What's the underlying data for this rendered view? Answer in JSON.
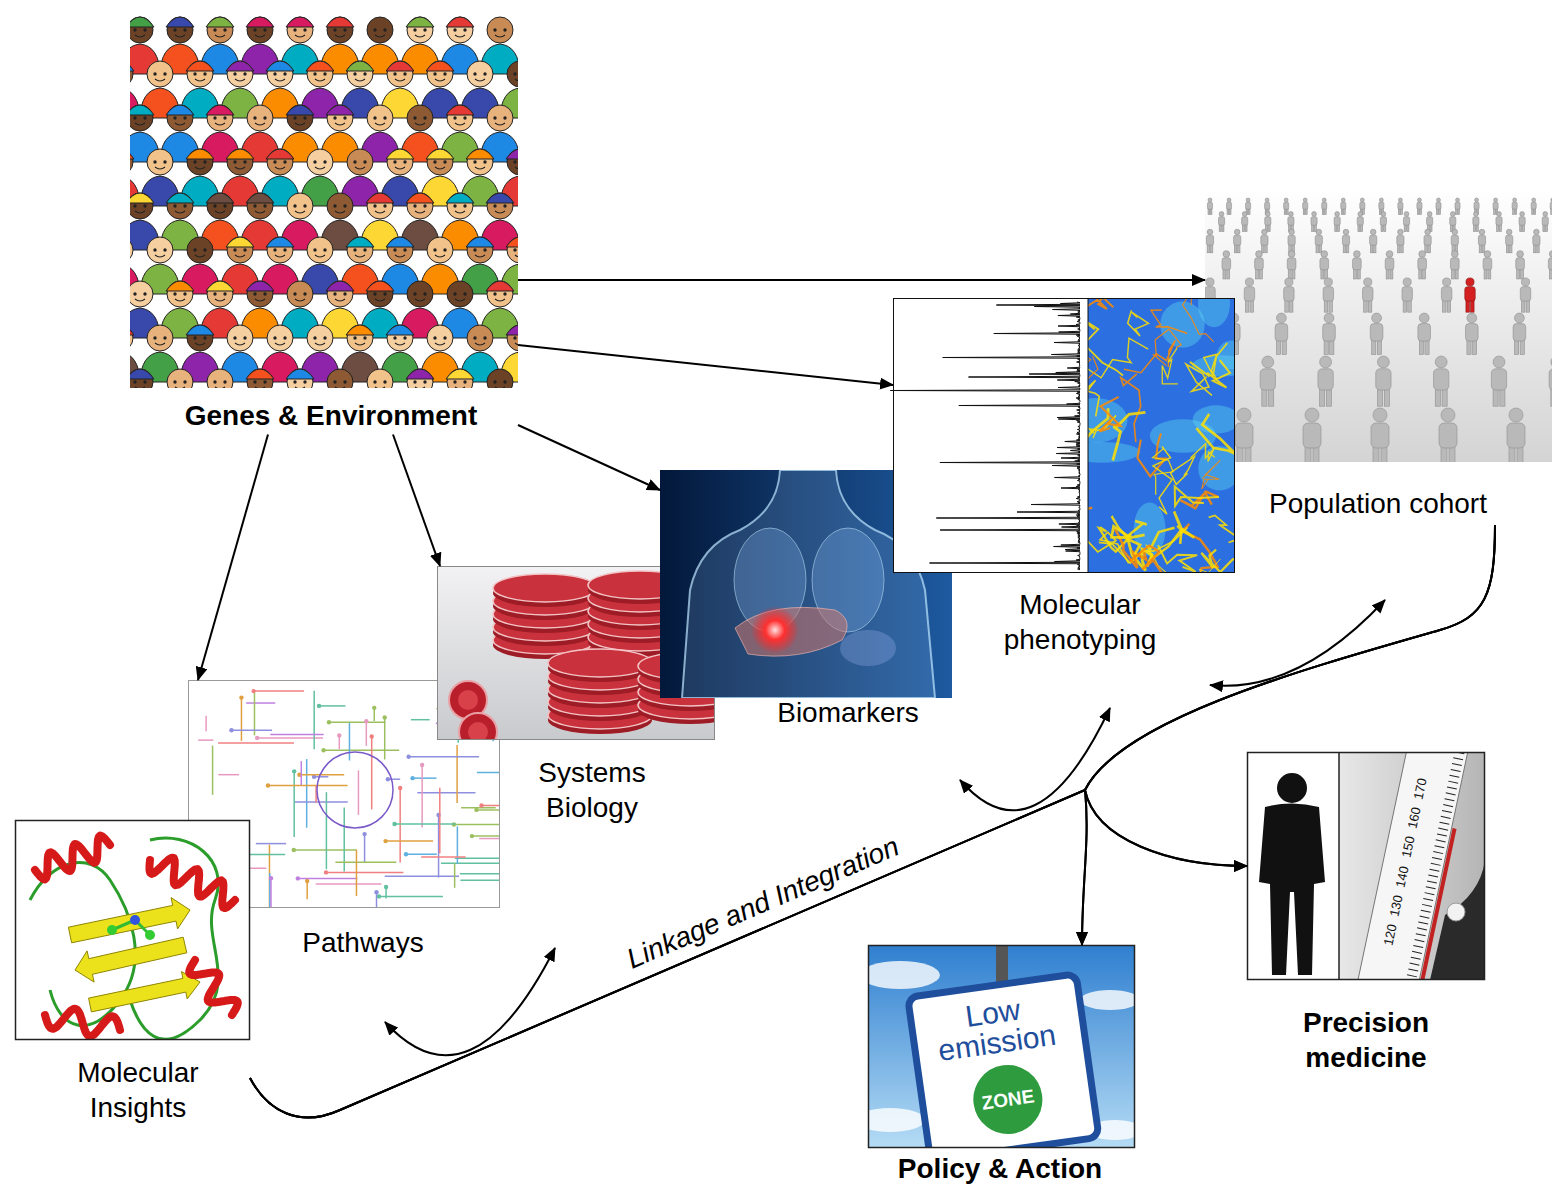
{
  "diagram": {
    "nodes": [
      {
        "text": [
          "Genes & Environment"
        ]
      },
      {
        "text": [
          "Population cohort"
        ]
      },
      {
        "text": [
          "Molecular phenotyping"
        ]
      },
      {
        "text": [
          "Biomarkers"
        ]
      },
      {
        "text": [
          "Systems Biology"
        ]
      },
      {
        "text": [
          "Pathways"
        ]
      },
      {
        "text": [
          "Molecular Insights"
        ]
      },
      {
        "text": [
          "Precision medicine"
        ]
      },
      {
        "text": [
          "Policy & Action"
        ]
      }
    ],
    "edges": [
      {
        "from": 0,
        "to": 1,
        "arrow": "to"
      },
      {
        "from": 0,
        "to": 2,
        "arrow": "to"
      },
      {
        "from": 0,
        "to": 3,
        "arrow": "to"
      },
      {
        "from": 0,
        "to": 4,
        "arrow": "to"
      },
      {
        "from": 0,
        "to": 5,
        "arrow": "to"
      },
      {
        "from": 6,
        "to": 1,
        "arrow": "none",
        "label": "Linkage and Integration"
      },
      {
        "from": 6,
        "to": 8,
        "arrow": "to"
      },
      {
        "from": 6,
        "to": 7,
        "arrow": "to"
      },
      {
        "from": 1,
        "to": 8,
        "arrow": "to"
      },
      {
        "from": 1,
        "to": 7,
        "arrow": "to"
      }
    ],
    "labels": [
      "Low emission",
      "ZONE",
      "170",
      "160",
      "150",
      "140",
      "130",
      "120"
    ]
  }
}
